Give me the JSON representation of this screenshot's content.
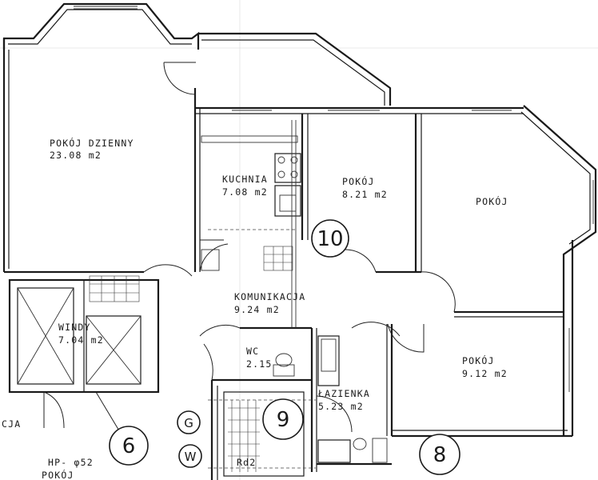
{
  "rooms": {
    "living": {
      "name": "POKÓJ DZIENNY",
      "area": "23.08 m2"
    },
    "kitchen": {
      "name": "KUCHNIA",
      "area": "7.08 m2"
    },
    "room1": {
      "name": "POKÓJ",
      "area": "8.21 m2"
    },
    "room2": {
      "name": "POKÓJ"
    },
    "corridor": {
      "name": "KOMUNIKACJA",
      "area": "9.24 m2"
    },
    "elevators": {
      "name": "WINDY",
      "area": "7.04 m2"
    },
    "wc": {
      "name": "WC",
      "area": "2.15"
    },
    "bathroom": {
      "name": "ŁAZIENKA",
      "area": "5.23 m2"
    },
    "room3": {
      "name": "POKÓJ",
      "area": "9.12 m2"
    }
  },
  "markers": {
    "n10": "10",
    "n9": "9",
    "n8": "8",
    "n6": "6",
    "g": "G",
    "w": "W"
  },
  "notes": {
    "hp": "HP- φ52",
    "rd": "Rd2",
    "cja": "CJA",
    "bottom_left": "POKÓJ"
  }
}
